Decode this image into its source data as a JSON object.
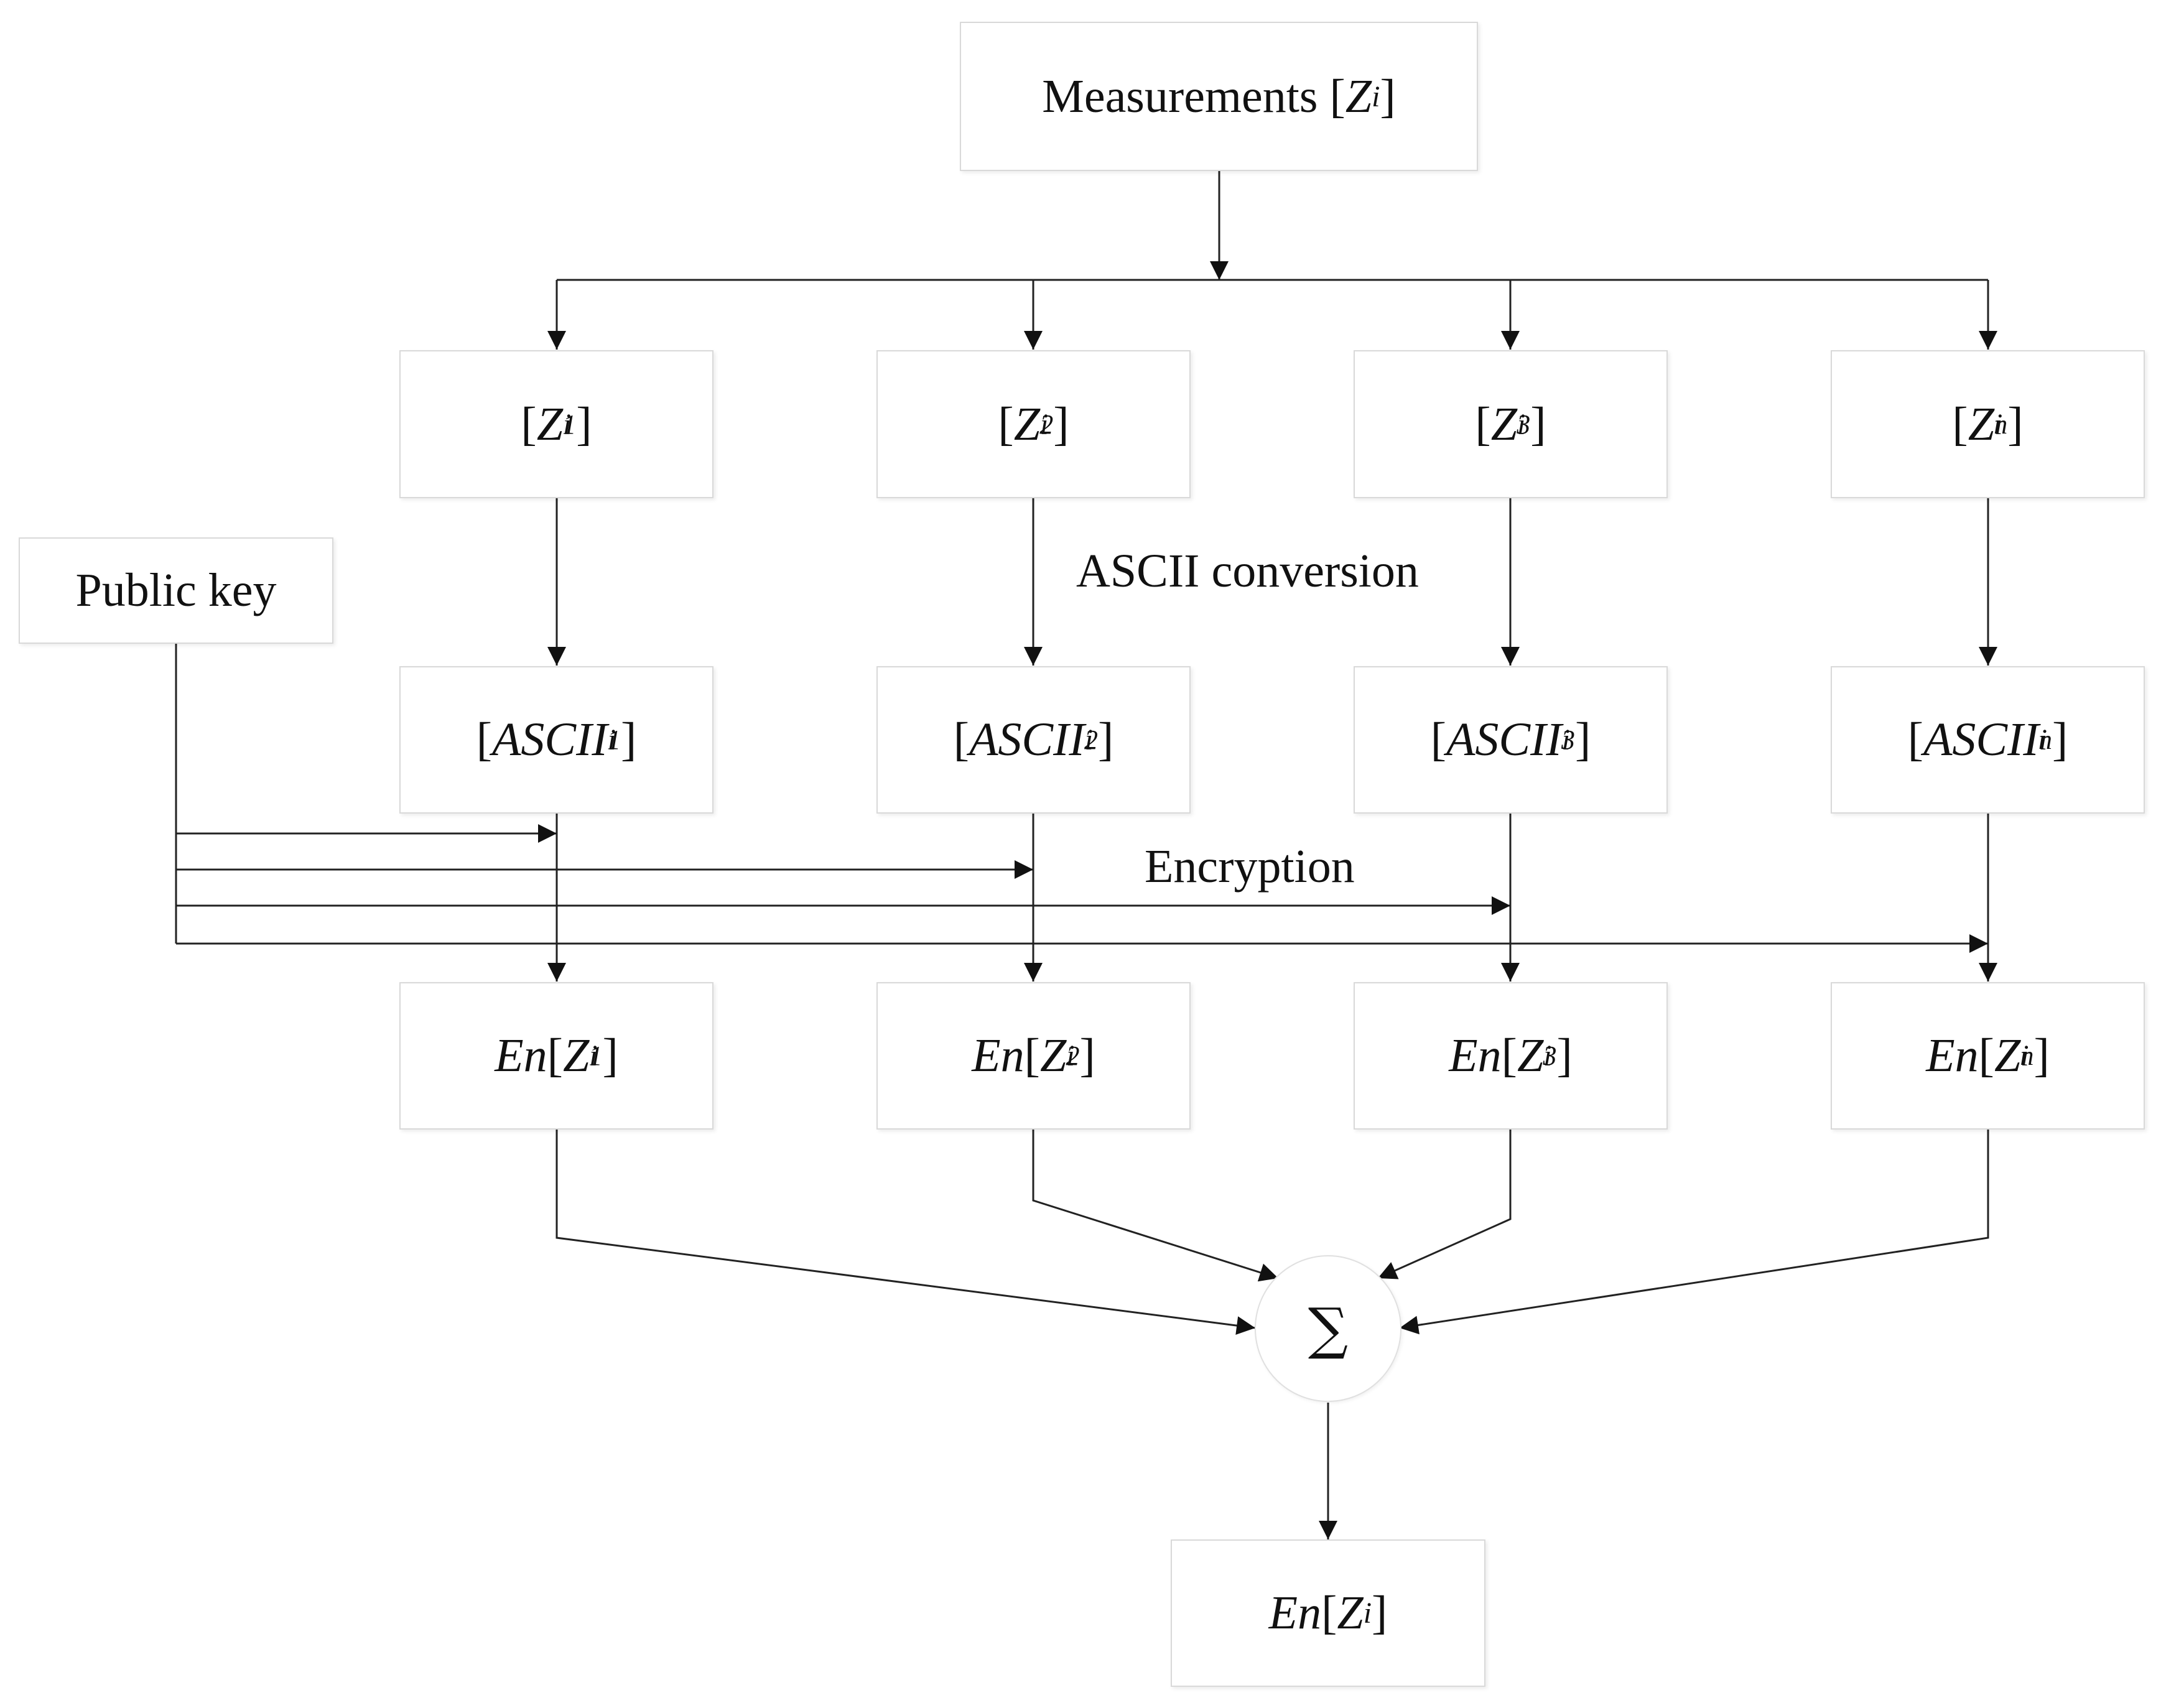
{
  "top": {
    "prefix": "Measurements [",
    "var": "Z",
    "sub": "i",
    "suffix": "]"
  },
  "public_key": "Public key",
  "ascii_conversion": "ASCII conversion",
  "encryption": "Encryption",
  "sum_symbol": "∑",
  "columns": [
    {
      "idx": "1"
    },
    {
      "idx": "2"
    },
    {
      "idx": "3"
    },
    {
      "idx": "n"
    }
  ],
  "z_box": {
    "open": "[",
    "var": "Z",
    "sub": "i",
    "close": "]"
  },
  "ascii_box": {
    "open": "[",
    "var": "ASCII",
    "sub": "i",
    "close": "]"
  },
  "en_box": {
    "en": "En",
    "open": "[",
    "var": "Z",
    "sub": "i",
    "close": "]"
  },
  "output": {
    "en": "En",
    "open": "[",
    "var": "Z",
    "sub": "i",
    "close": "]"
  }
}
